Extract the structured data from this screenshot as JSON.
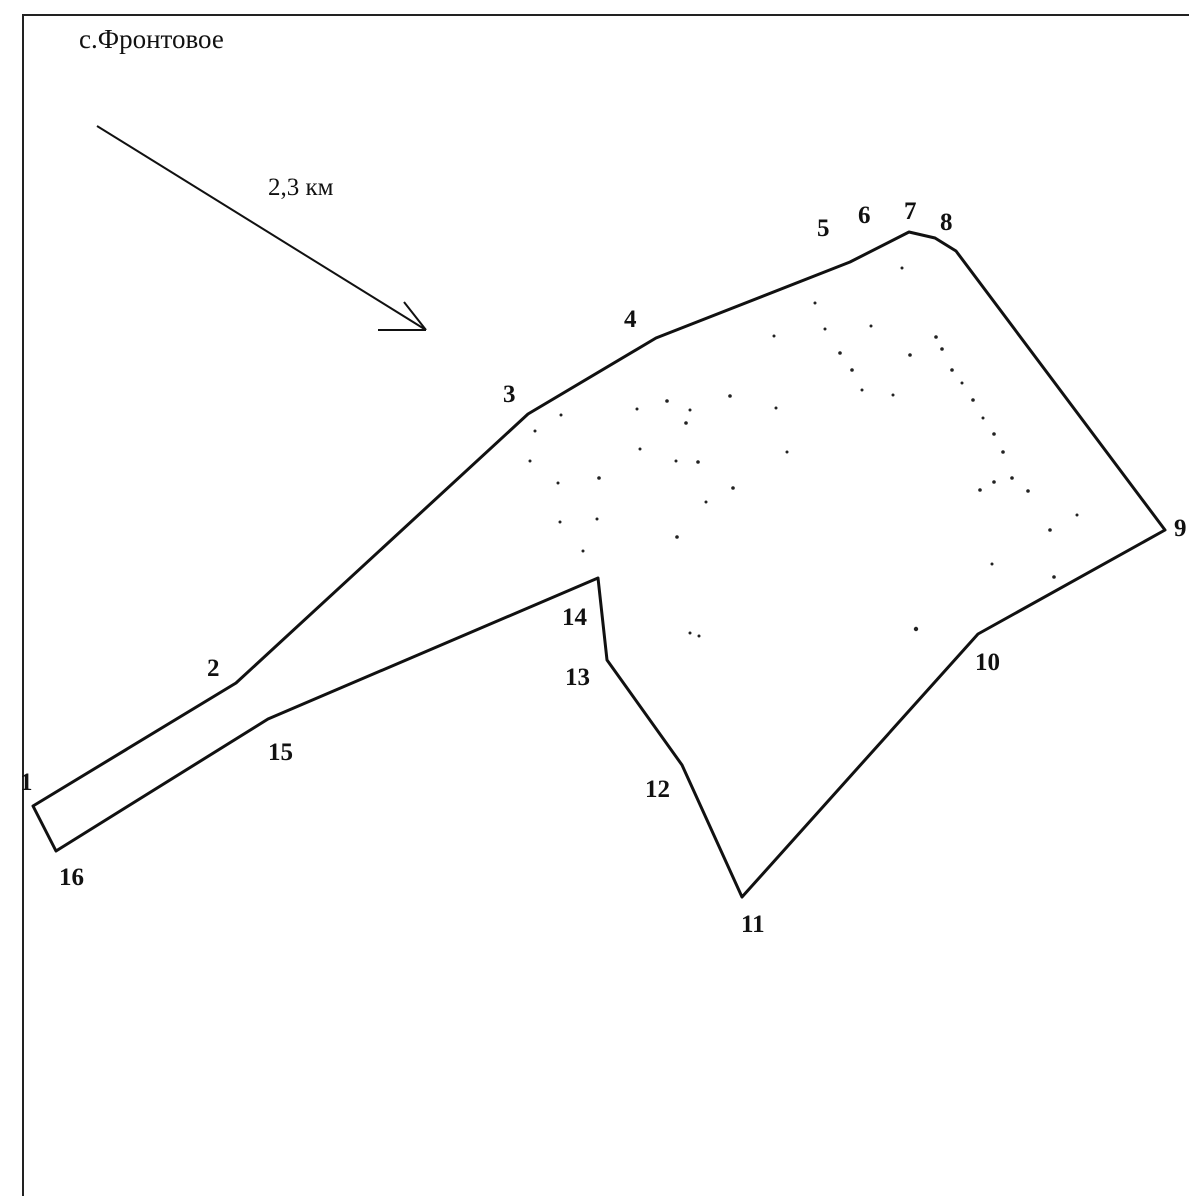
{
  "diagram": {
    "settlement": "с.Фронтовое",
    "distance": "2,3 км",
    "vertex_labels": [
      "1",
      "2",
      "3",
      "4",
      "5",
      "6",
      "7",
      "8",
      "9",
      "10",
      "11",
      "12",
      "13",
      "14",
      "15",
      "16"
    ],
    "line_color": "#111111"
  }
}
